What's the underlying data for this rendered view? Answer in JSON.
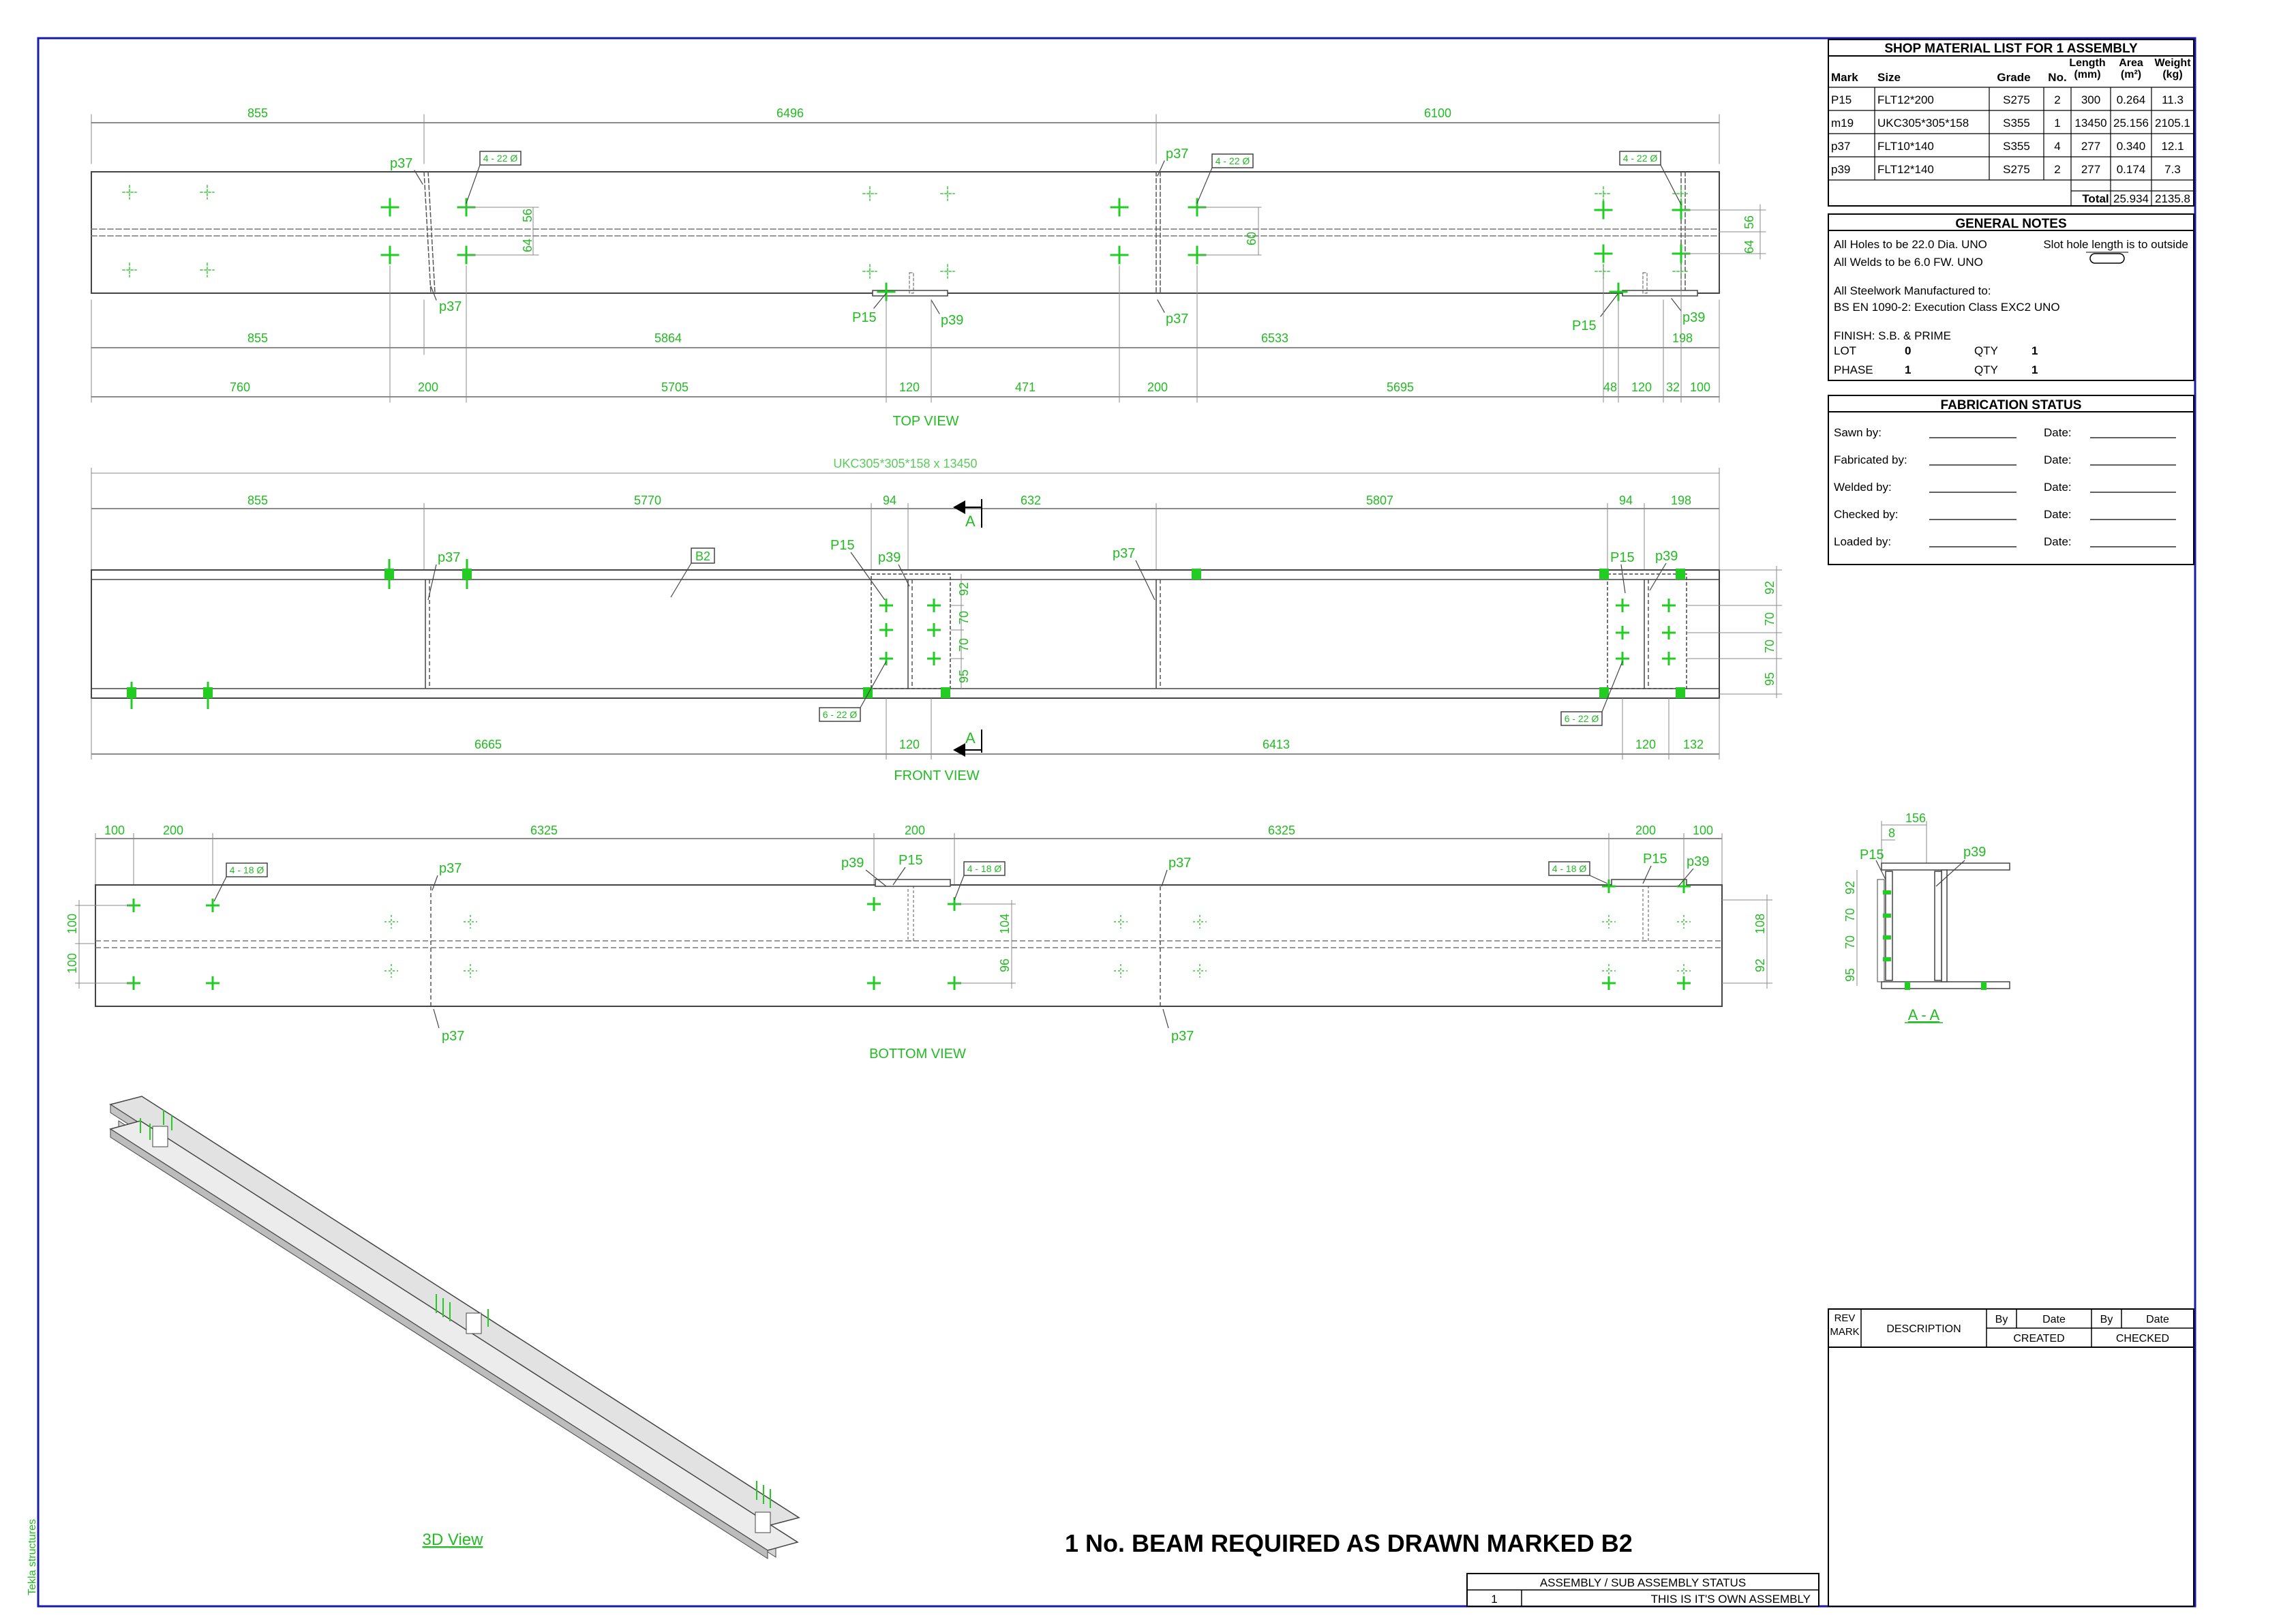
{
  "material_list": {
    "title": "SHOP MATERIAL LIST FOR 1 ASSEMBLY",
    "headers": [
      "Mark",
      "Size",
      "Grade",
      "No.",
      "Length (mm)",
      "Area (m²)",
      "Weight (kg)"
    ],
    "rows": [
      [
        "P15",
        "FLT12*200",
        "S275",
        "2",
        "300",
        "0.264",
        "11.3"
      ],
      [
        "m19",
        "UKC305*305*158",
        "S355",
        "1",
        "13450",
        "25.156",
        "2105.1"
      ],
      [
        "p37",
        "FLT10*140",
        "S355",
        "4",
        "277",
        "0.340",
        "12.1"
      ],
      [
        "p39",
        "FLT12*140",
        "S275",
        "2",
        "277",
        "0.174",
        "7.3"
      ]
    ],
    "total_label": "Total",
    "total_area": "25.934",
    "total_weight": "2135.8"
  },
  "general_notes": {
    "title": "GENERAL NOTES",
    "holes": "All Holes to be 22.0 Dia. UNO",
    "slot": "Slot hole length is to outside",
    "welds": "All Welds to be 6.0 FW. UNO",
    "manufactured": "All Steelwork Manufactured to:",
    "standard": "BS EN 1090-2: Execution Class EXC2 UNO",
    "finish": "FINISH:  S.B. & PRIME",
    "lot_label": "LOT",
    "lot_value": "0",
    "qty_label": "QTY",
    "qty_value": "1",
    "phase_label": "PHASE",
    "phase_value": "1",
    "qty2_label": "QTY",
    "qty2_value": "1"
  },
  "fabrication_status": {
    "title": "FABRICATION STATUS",
    "rows": [
      "Sawn by:",
      "Fabricated by:",
      "Welded by:",
      "Checked by:",
      "Loaded by:"
    ],
    "date_label": "Date:"
  },
  "revision_block": {
    "rev_mark": "REV MARK",
    "description": "DESCRIPTION",
    "by": "By",
    "date": "Date",
    "created": "CREATED",
    "checked": "CHECKED"
  },
  "title_text": "1 No. BEAM REQUIRED AS DRAWN MARKED B2",
  "assembly_status": {
    "title": "ASSEMBLY / SUB ASSEMBLY STATUS",
    "number": "1",
    "text": "THIS IS IT'S OWN ASSEMBLY"
  },
  "tekla_label": "Tekla structures",
  "top_view": {
    "label": "TOP VIEW",
    "dims_top": [
      "855",
      "6496",
      "6100"
    ],
    "dims_mid": [
      "855",
      "5864",
      "6533",
      "198"
    ],
    "dims_bottom": [
      "760",
      "200",
      "5705",
      "120",
      "471",
      "200",
      "5695",
      "48",
      "120",
      "32",
      "100"
    ],
    "hole_tags": [
      "4 - 22 Ø",
      "4 - 22 Ø",
      "4 - 22 Ø"
    ],
    "vdims": [
      "56",
      "64",
      "60",
      "64",
      "56"
    ],
    "part_marks": [
      "p37",
      "p37",
      "p37",
      "p37",
      "P15",
      "p39",
      "P15",
      "p39"
    ]
  },
  "front_view": {
    "label": "FRONT VIEW",
    "profile": "UKC305*305*158 x 13450",
    "dims_top": [
      "855",
      "5770",
      "94",
      "632",
      "5807",
      "94",
      "198"
    ],
    "dims_bottom": [
      "6665",
      "120",
      "6413",
      "120",
      "132"
    ],
    "section_mark": "A",
    "assembly_mark": "B2",
    "hole_tags": [
      "6 - 22 Ø",
      "6 - 22 Ø"
    ],
    "vdims_mid": [
      "92",
      "70",
      "70",
      "95"
    ],
    "vdims_right": [
      "92",
      "70",
      "70",
      "95"
    ],
    "part_marks": [
      "p37",
      "P15",
      "p39",
      "p37",
      "P15",
      "p39"
    ]
  },
  "bottom_view": {
    "label": "BOTTOM VIEW",
    "dims_top": [
      "100",
      "200",
      "6325",
      "200",
      "6325",
      "200",
      "100"
    ],
    "hole_tags": [
      "4 - 18 Ø",
      "4 - 18 Ø",
      "4 - 18 Ø"
    ],
    "vdims_left": [
      "100",
      "100"
    ],
    "vdims_mid": [
      "104",
      "96"
    ],
    "vdims_right": [
      "108",
      "92"
    ],
    "part_marks": [
      "p37",
      "p37",
      "p39",
      "P15",
      "p37",
      "p37",
      "P15",
      "p39"
    ]
  },
  "section_aa": {
    "label": "A - A",
    "dim_156": "156",
    "dim_8": "8",
    "vdims": [
      "92",
      "70",
      "70",
      "95"
    ],
    "part_marks": [
      "P15",
      "p39"
    ]
  },
  "view_3d": {
    "label": "3D View"
  },
  "colors": {
    "drawing": "#22bb22",
    "frame": "#1a1aa8",
    "lines": "#555555"
  }
}
